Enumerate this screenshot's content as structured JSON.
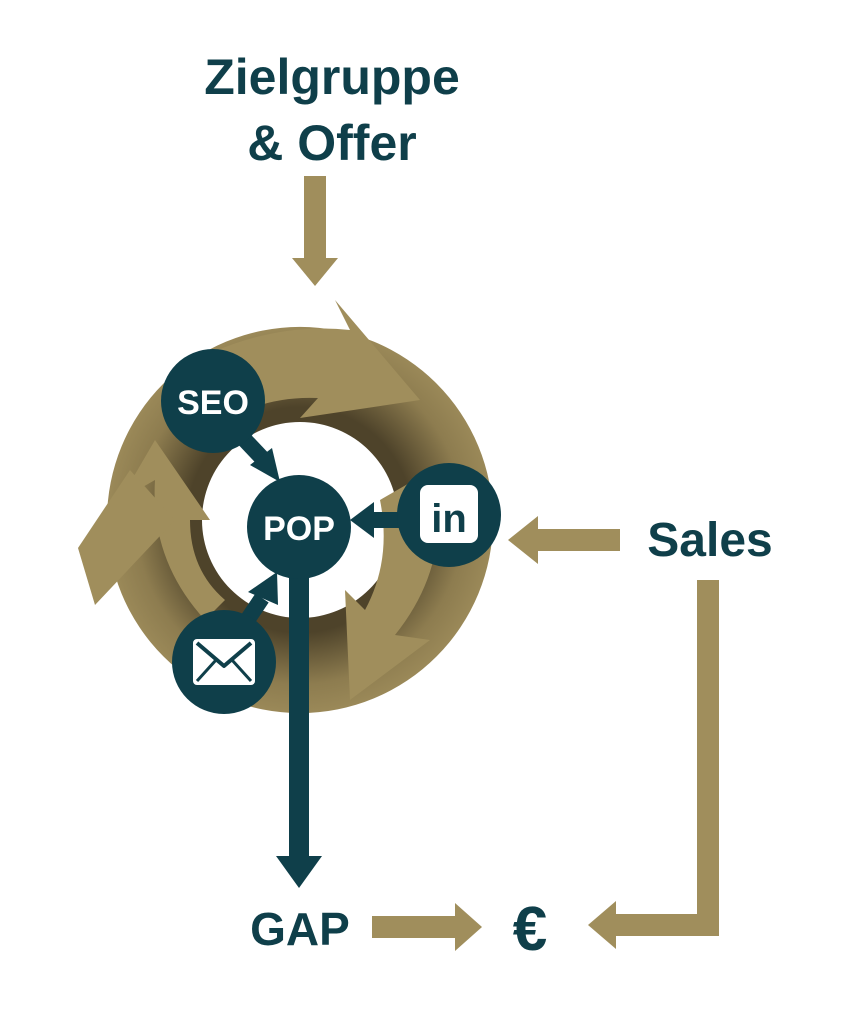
{
  "diagram": {
    "title_line1": "Zielgruppe",
    "title_line2": "& Offer",
    "seo": "SEO",
    "pop": "POP",
    "linkedin": "in",
    "sales": "Sales",
    "gap": "GAP",
    "euro": "€",
    "email_icon": "envelope-icon",
    "linkedin_icon": "linkedin-icon"
  },
  "colors": {
    "gold": "#a08e5c",
    "gold_dark": "#5a4d30",
    "teal": "#0f3f4a",
    "white": "#ffffff"
  }
}
